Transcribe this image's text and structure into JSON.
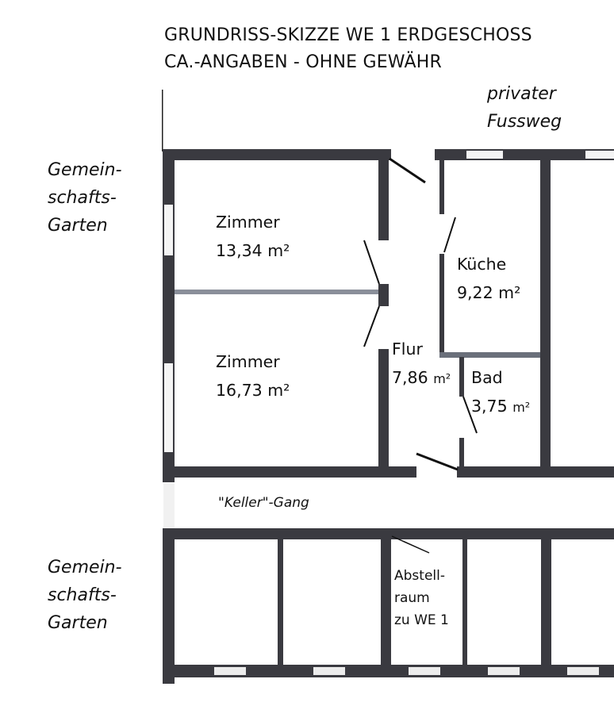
{
  "header": {
    "line1": "GRUNDRISS-SKIZZE WE 1 ERDGESCHOSS",
    "line2": "CA.-ANGABEN - OHNE GEWÄHR"
  },
  "labels": {
    "privater": "privater",
    "fussweg": "Fussweg",
    "garden_top": [
      "Gemein-",
      "schafts-",
      "Garten"
    ],
    "garden_bottom": [
      "Gemein-",
      "schafts-",
      "Garten"
    ],
    "keller_gang": "\"Keller\"-Gang"
  },
  "rooms": {
    "zimmer1": {
      "name": "Zimmer",
      "area": "13,34 m²"
    },
    "zimmer2": {
      "name": "Zimmer",
      "area": "16,73 m²"
    },
    "kueche": {
      "name": "Küche",
      "area": "9,22 m²"
    },
    "flur": {
      "name": "Flur",
      "area_num": "7,86",
      "unit": "m²"
    },
    "bad": {
      "name": "Bad",
      "area_num": "3,75",
      "unit": "m²"
    },
    "abstellraum": {
      "line1": "Abstell-",
      "line2": "raum",
      "line3": "zu WE 1"
    }
  },
  "colors": {
    "wall": "#3a3a40",
    "thin_wall": "#555a66"
  }
}
